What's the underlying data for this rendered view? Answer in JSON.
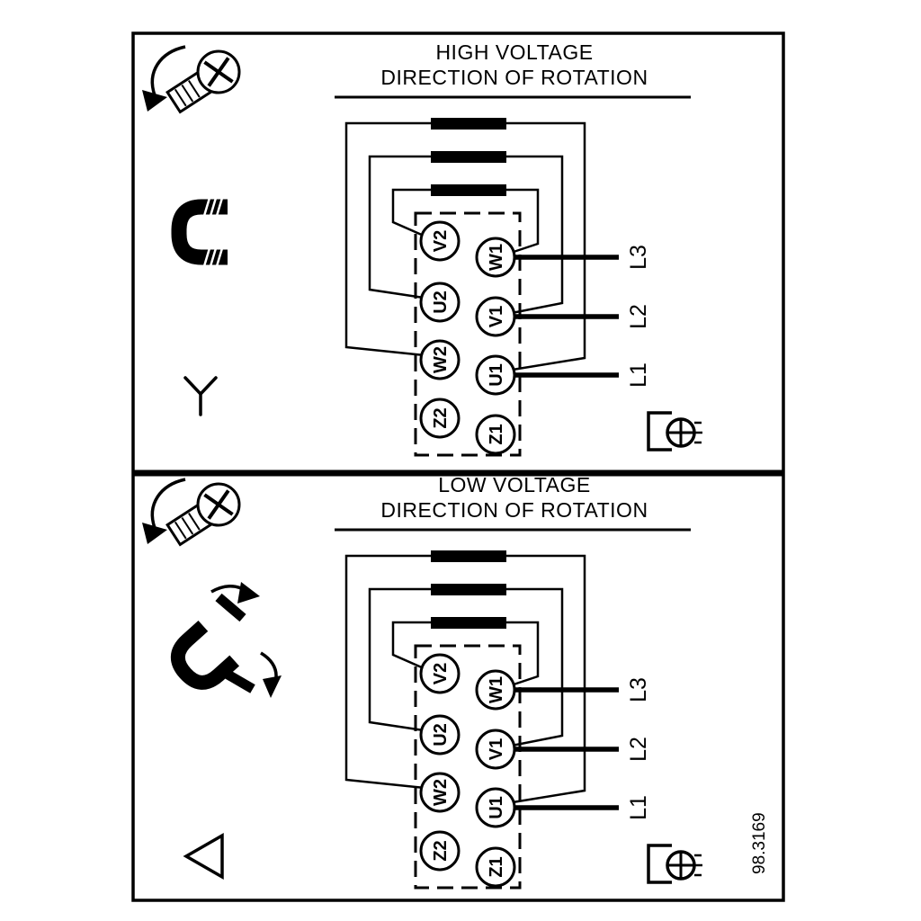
{
  "colors": {
    "ink": "#000000",
    "background": "#ffffff"
  },
  "high_panel": {
    "title_line1": "HIGH VOLTAGE",
    "title_line2": "DIRECTION OF ROTATION"
  },
  "low_panel": {
    "title_line1": "LOW VOLTAGE",
    "title_line2": "DIRECTION OF ROTATION"
  },
  "terminal_box": {
    "left_terminals": [
      "V2",
      "U2",
      "W2",
      "Z2"
    ],
    "right_terminals": [
      "W1",
      "V1",
      "U1",
      "Z1"
    ]
  },
  "supply_lines": [
    "L3",
    "L2",
    "L1"
  ],
  "drawing_number": "98.3169",
  "icons": {
    "screw": "screw-rotation-icon",
    "jumper_link": "jumper-link-icon",
    "star": "star-connection-icon",
    "delta_links": "delta-links-rearrange-icon",
    "delta": "delta-connection-icon",
    "earth": "earth-screw-icon"
  }
}
